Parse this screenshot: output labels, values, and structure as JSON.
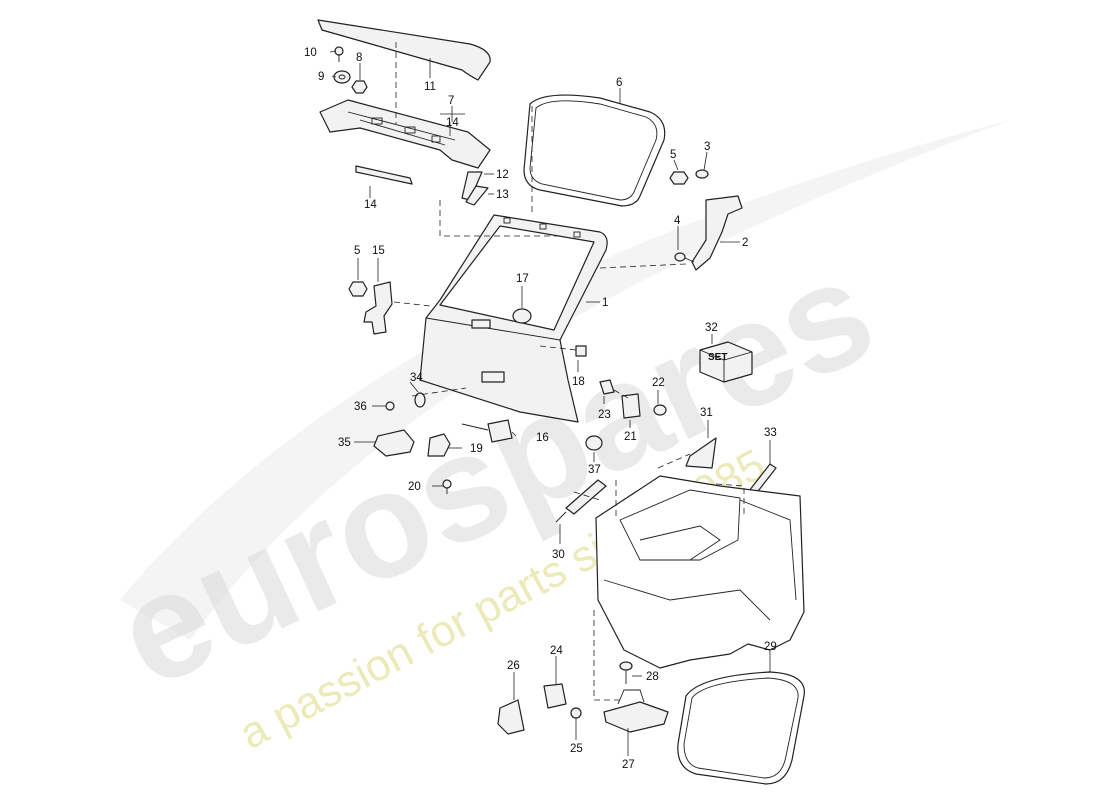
{
  "watermark": {
    "brand": "eurospares",
    "tagline": "a passion for parts since 1985"
  },
  "set_label": "SET",
  "callouts": {
    "c1": "1",
    "c2": "2",
    "c3": "3",
    "c4": "4",
    "c5a": "5",
    "c5b": "5",
    "c6": "6",
    "c7": "7",
    "c8": "8",
    "c9": "9",
    "c10": "10",
    "c11": "11",
    "c12": "12",
    "c13": "13",
    "c14a": "14",
    "c14b": "14",
    "c15": "15",
    "c16": "16",
    "c17": "17",
    "c18": "18",
    "c19": "19",
    "c20": "20",
    "c21": "21",
    "c22": "22",
    "c23": "23",
    "c24": "24",
    "c25": "25",
    "c26": "26",
    "c27": "27",
    "c28": "28",
    "c29": "29",
    "c30": "30",
    "c31": "31",
    "c32": "32",
    "c33": "33",
    "c34": "34",
    "c35": "35",
    "c36": "36",
    "c37": "37"
  }
}
